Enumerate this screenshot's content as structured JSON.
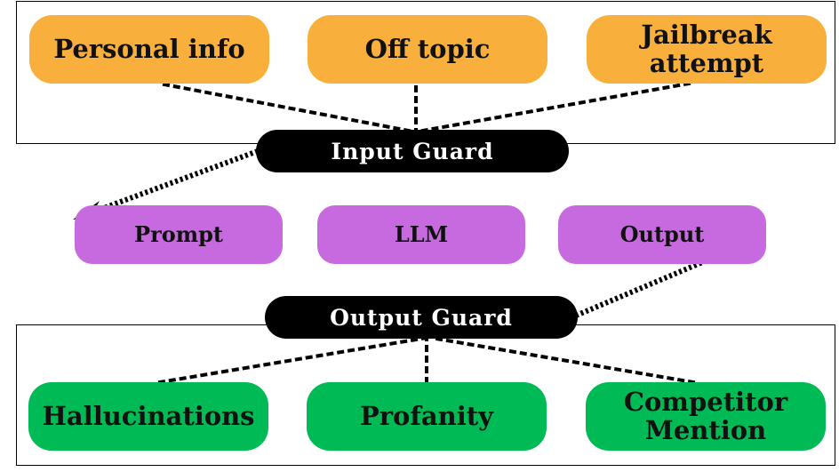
{
  "colors": {
    "orange": "#F9AF3C",
    "purple": "#C76AE0",
    "green": "#00BB55",
    "guard_bg": "#000000",
    "guard_text": "#FFFFFF",
    "line": "#000000"
  },
  "input_risks": [
    {
      "label": "Personal info"
    },
    {
      "label": "Off topic"
    },
    {
      "label": "Jailbreak attempt"
    }
  ],
  "input_guard": {
    "label": "Input Guard"
  },
  "pipeline": [
    {
      "label": "Prompt"
    },
    {
      "label": "LLM"
    },
    {
      "label": "Output"
    }
  ],
  "output_guard": {
    "label": "Output Guard"
  },
  "output_risks": [
    {
      "label": "Hallucinations"
    },
    {
      "label": "Profanity"
    },
    {
      "label": "Competitor Mention"
    }
  ]
}
